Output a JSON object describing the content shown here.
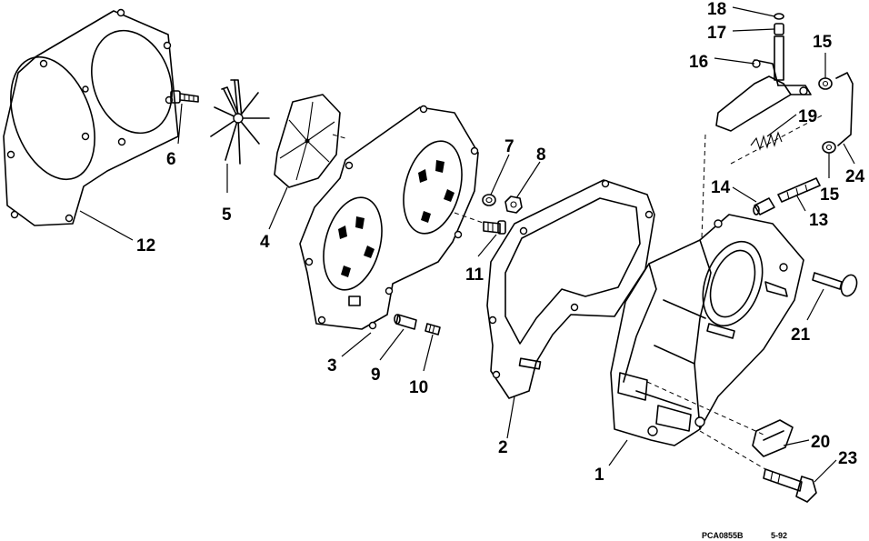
{
  "callouts": [
    "1",
    "2",
    "3",
    "4",
    "5",
    "6",
    "7",
    "8",
    "9",
    "10",
    "11",
    "12",
    "13",
    "14",
    "15",
    "15",
    "16",
    "17",
    "18",
    "19",
    "20",
    "21",
    "23",
    "24"
  ],
  "footer": {
    "code": "PCA0855B",
    "date": "5-92"
  }
}
